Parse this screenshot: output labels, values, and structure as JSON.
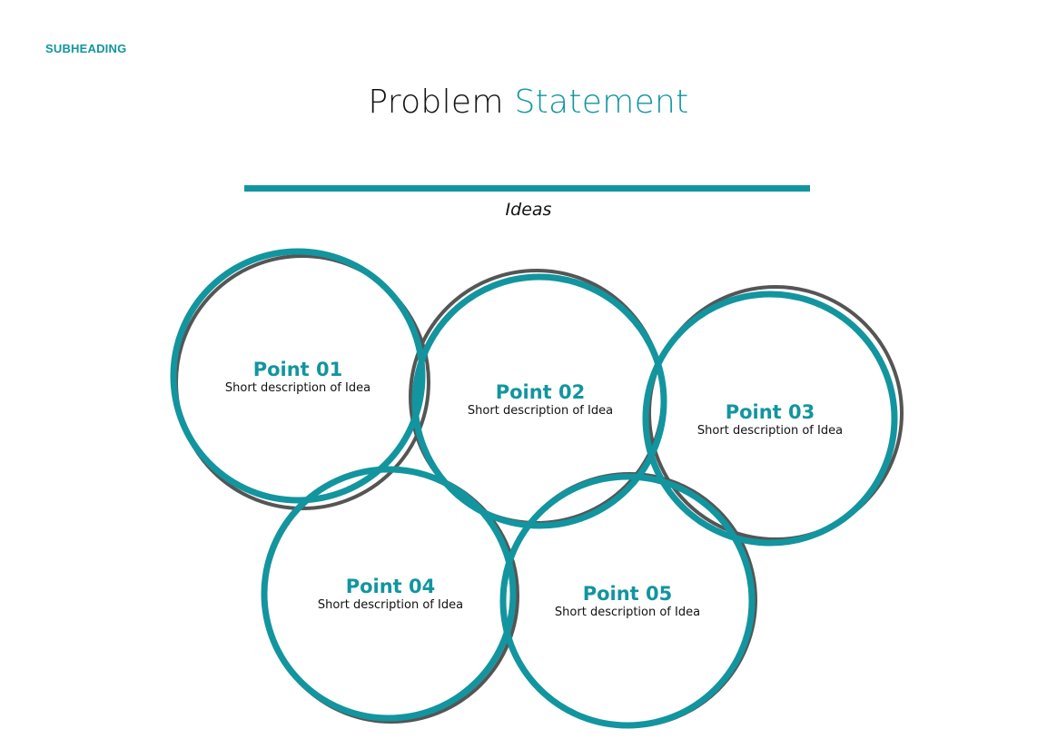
{
  "subheading": "SUBHEADING",
  "title": {
    "main": "Problem",
    "accent": "Statement"
  },
  "section_label": "Ideas",
  "colors": {
    "accent": "#12959f",
    "outline": "#555555",
    "text": "#111111"
  },
  "points": [
    {
      "title": "Point 01",
      "description": "Short description of Idea"
    },
    {
      "title": "Point 02",
      "description": "Short description of Idea"
    },
    {
      "title": "Point 03",
      "description": "Short description of Idea"
    },
    {
      "title": "Point 04",
      "description": "Short description of Idea"
    },
    {
      "title": "Point 05",
      "description": "Short description of Idea"
    }
  ]
}
